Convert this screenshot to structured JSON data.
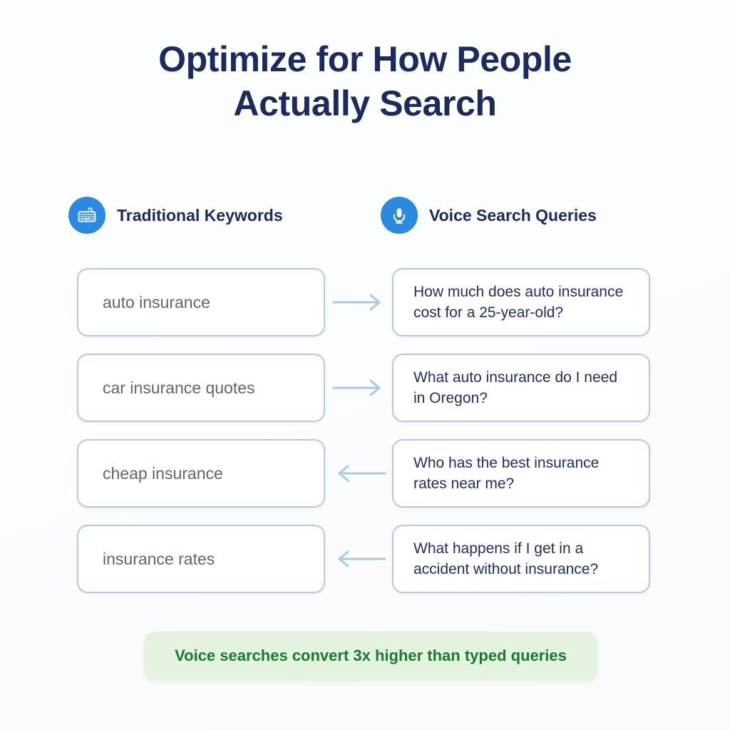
{
  "title": {
    "line1": "Optimize for How People",
    "line2": "Actually Search"
  },
  "columns": {
    "left": {
      "label": "Traditional Keywords",
      "icon": "keyboard-icon",
      "icon_color": "#2b8ae0"
    },
    "right": {
      "label": "Voice Search Queries",
      "icon": "microphone-icon",
      "icon_color": "#2b8ae0"
    }
  },
  "rows": [
    {
      "keyword": "auto insurance",
      "query": "How much does auto insurance cost for a 25-year-old?",
      "arrow": "right"
    },
    {
      "keyword": "car insurance quotes",
      "query": "What auto insurance do I need in Oregon?",
      "arrow": "right"
    },
    {
      "keyword": "cheap insurance",
      "query": "Who has the best insurance rates near me?",
      "arrow": "left"
    },
    {
      "keyword": "insurance rates",
      "query": "What happens if I get in a accident without insurance?",
      "arrow": "left"
    }
  ],
  "banner": {
    "text": "Voice searches convert 3x higher than typed queries",
    "background_color": "#e4f3e0",
    "text_color": "#1a7a2e"
  },
  "theme": {
    "title_color": "#1b2b5e",
    "card_border_color": "#aecde3",
    "keyword_text_color": "#5d6673",
    "query_text_color": "#1e3060",
    "arrow_color": "#a8cbe2"
  }
}
